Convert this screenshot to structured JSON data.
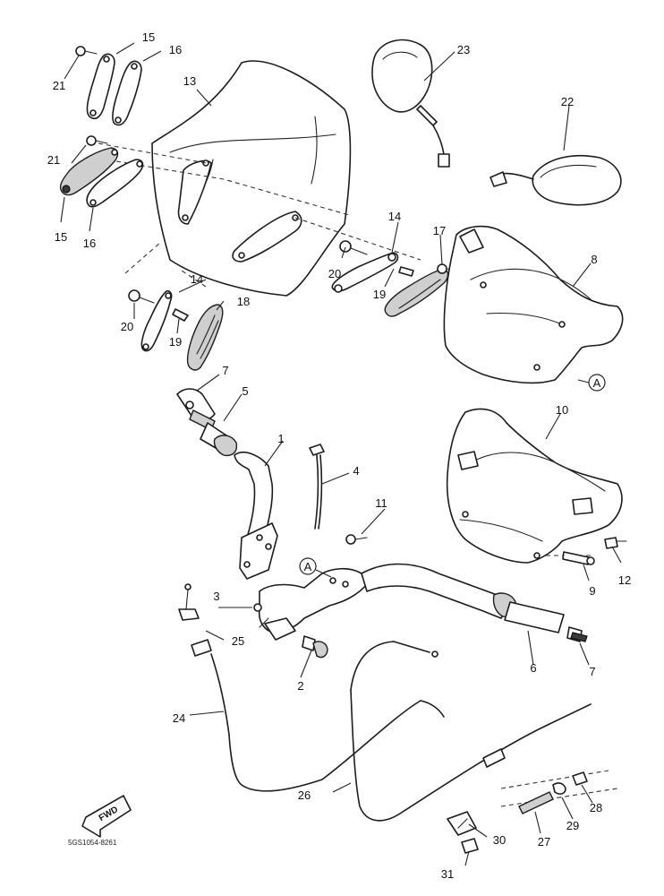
{
  "callouts": {
    "c1": "1",
    "c2": "2",
    "c3": "3",
    "c4": "4",
    "c5": "5",
    "c6": "6",
    "c7a": "7",
    "c7b": "7",
    "c8": "8",
    "c9": "9",
    "c10": "10",
    "c11": "11",
    "c12": "12",
    "c13": "13",
    "c14a": "14",
    "c14b": "14",
    "c15a": "15",
    "c15b": "15",
    "c16a": "16",
    "c16b": "16",
    "c17": "17",
    "c18": "18",
    "c19a": "19",
    "c19b": "19",
    "c20a": "20",
    "c20b": "20",
    "c21a": "21",
    "c21b": "21",
    "c22": "22",
    "c23": "23",
    "c24": "24",
    "c25": "25",
    "c26": "26",
    "c27": "27",
    "c28": "28",
    "c29": "29",
    "c30": "30",
    "c31": "31"
  },
  "refs": {
    "a1": "A",
    "a2": "A"
  },
  "fwd_label": "FWD",
  "drawing_code": "5GS1054-8261"
}
